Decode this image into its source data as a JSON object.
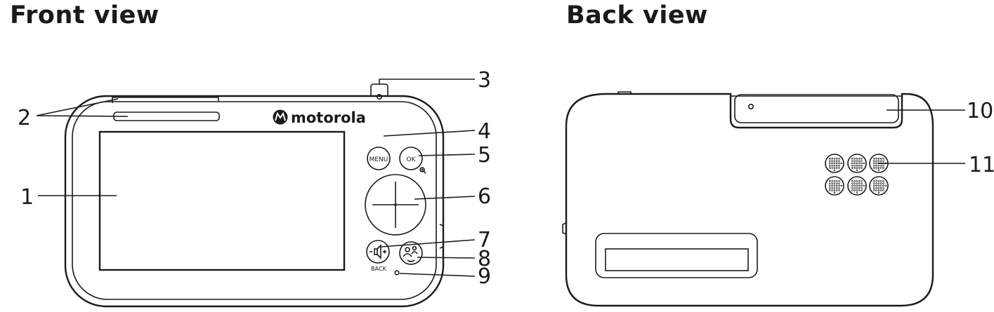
{
  "headings": {
    "front": "Front view",
    "back": "Back view"
  },
  "brand": {
    "logo_text": "motorola"
  },
  "buttons": {
    "menu": "MENU",
    "ok": "OK",
    "back": "BACK"
  },
  "callouts": [
    "1",
    "2",
    "3",
    "4",
    "5",
    "6",
    "7",
    "8",
    "9",
    "10",
    "11"
  ],
  "colors": {
    "ink": "#1a1a1a",
    "background": "#ffffff"
  },
  "icons": {
    "zoom": "zoom-in-icon",
    "speaker": "volume-speaker-icon",
    "talk": "talk-parent-icon",
    "logo": "motorola-batwing-icon"
  }
}
